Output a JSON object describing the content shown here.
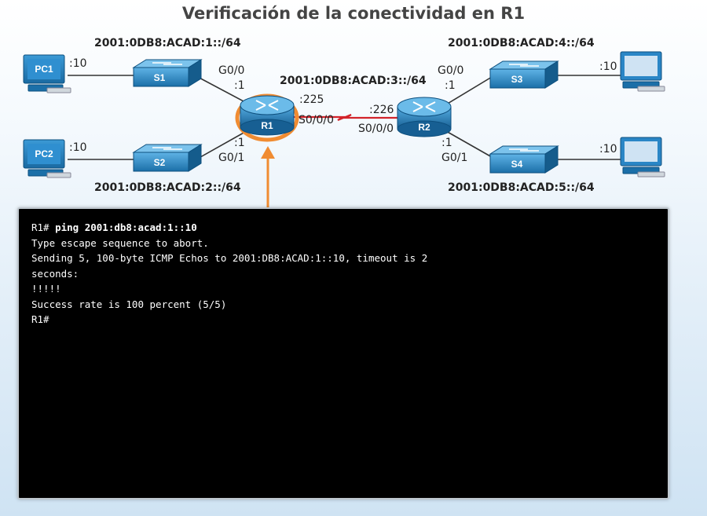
{
  "title": "Verificación de la conectividad en R1",
  "networks": {
    "net1": "2001:0DB8:ACAD:1::/64",
    "net2": "2001:0DB8:ACAD:2::/64",
    "net3": "2001:0DB8:ACAD:3::/64",
    "net4": "2001:0DB8:ACAD:4::/64",
    "net5": "2001:0DB8:ACAD:5::/64"
  },
  "devices": {
    "pc1": "PC1",
    "pc2": "PC2",
    "s1": "S1",
    "s2": "S2",
    "s3": "S3",
    "s4": "S4",
    "r1": "R1",
    "r2": "R2"
  },
  "interfaces": {
    "pc1_host": ":10",
    "pc2_host": ":10",
    "pc3_host": ":10",
    "pc4_host": ":10",
    "r1_g00": "G0/0",
    "r1_g00_addr": ":1",
    "r1_g01": "G0/1",
    "r1_g01_addr": ":1",
    "r1_s000_addr": ":225",
    "r1_s000": "S0/0/0",
    "r2_s000_addr": ":226",
    "r2_s000": "S0/0/0",
    "r2_g00": "G0/0",
    "r2_g00_addr": ":1",
    "r2_g01": "G0/1",
    "r2_g01_addr": ":1"
  },
  "terminal": {
    "prompt": "R1#",
    "command": " ping 2001:db8:acad:1::10",
    "lines": [
      "Type escape sequence to abort.",
      "Sending 5, 100-byte ICMP Echos to 2001:DB8:ACAD:1::10, timeout is 2",
      "seconds:",
      "!!!!!",
      "Success rate is 100 percent (5/5)",
      "R1#"
    ]
  },
  "colors": {
    "device_blue": "#1f7fb8",
    "highlight_orange": "#f08c32",
    "serial_red": "#d2232a"
  }
}
